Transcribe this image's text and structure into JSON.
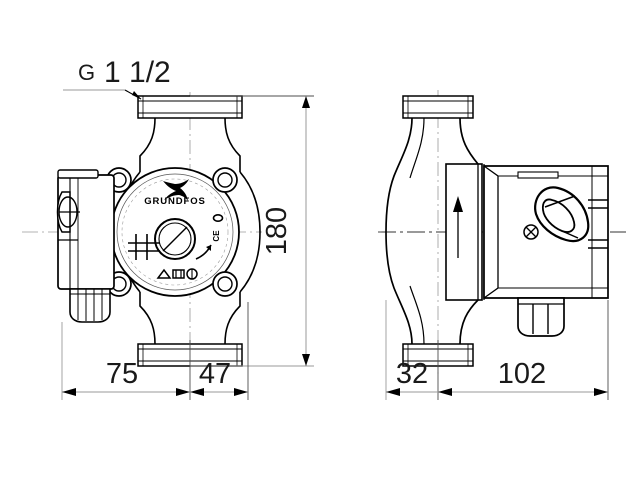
{
  "drawing": {
    "title": "Grundfos circulator pump dimensional drawing",
    "background_color": "#ffffff",
    "line_color": "#000000",
    "dim_line_color": "#808080",
    "text_color": "#1a1a1a",
    "units": "mm"
  },
  "annotations": {
    "thread_callout": {
      "prefix": "G",
      "size": "1 1/2",
      "full": "G 1 1/2"
    }
  },
  "dimensions": {
    "height_total": "180",
    "left_offset": "75",
    "right_offset": "47",
    "depth_front": "32",
    "depth_body": "102"
  },
  "front_view": {
    "name": "front-view",
    "brand_logo_text": "GRUNDFOS",
    "ce_mark": "CE",
    "bolt_count": 4
  },
  "side_view": {
    "name": "side-view",
    "flow_arrow": "up-arrow",
    "selector_knob": "triangular-knob",
    "cable_gland": "cable-gland"
  }
}
